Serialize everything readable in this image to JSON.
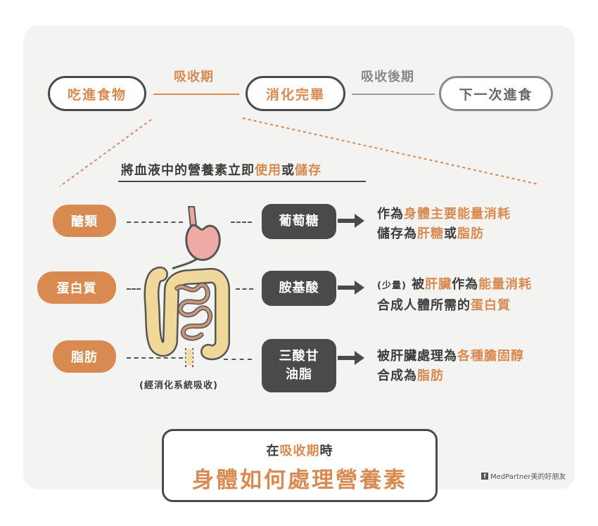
{
  "flow": {
    "step1": "吃進食物",
    "step2": "消化完畢",
    "step3": "下一次進食",
    "phase1": "吸收期",
    "phase2": "吸收後期"
  },
  "subtitle": {
    "pre": "將血液中的營養素立即",
    "use": "使用",
    "or": "或",
    "store": "儲存"
  },
  "nutrients": [
    "醣類",
    "蛋白質",
    "脂肪"
  ],
  "caption": "(經消化系統吸收)",
  "products": {
    "glucose": "葡萄糖",
    "amino": "胺基酸",
    "tg_line1": "三酸甘",
    "tg_line2": "油脂"
  },
  "desc": {
    "g1_pre": "作為",
    "g1_hl": "身體主要能量消耗",
    "g2_pre": "儲存為",
    "g2_hl1": "肝糖",
    "g2_mid": "或",
    "g2_hl2": "脂肪",
    "a1_small": "(少量)",
    "a1_pre": " 被",
    "a1_hl1": "肝臟",
    "a1_mid": "作為",
    "a1_hl2": "能量消耗",
    "a2_pre": "合成人體所需的",
    "a2_hl": "蛋白質",
    "t1_pre": "被肝臟處理為",
    "t1_hl": "各種膽固醇",
    "t2_pre": "合成為",
    "t2_hl": "脂肪"
  },
  "bottom": {
    "line1_pre": "在",
    "line1_hl": "吸收期",
    "line1_post": "時",
    "line2": "身體如何處理營養素"
  },
  "brand": {
    "text": "MedPartner美的好朋友",
    "icon": "facebook-icon"
  },
  "colors": {
    "accent": "#d98a50",
    "dark": "#4a4a4a",
    "panel": "#f3f3f2"
  }
}
